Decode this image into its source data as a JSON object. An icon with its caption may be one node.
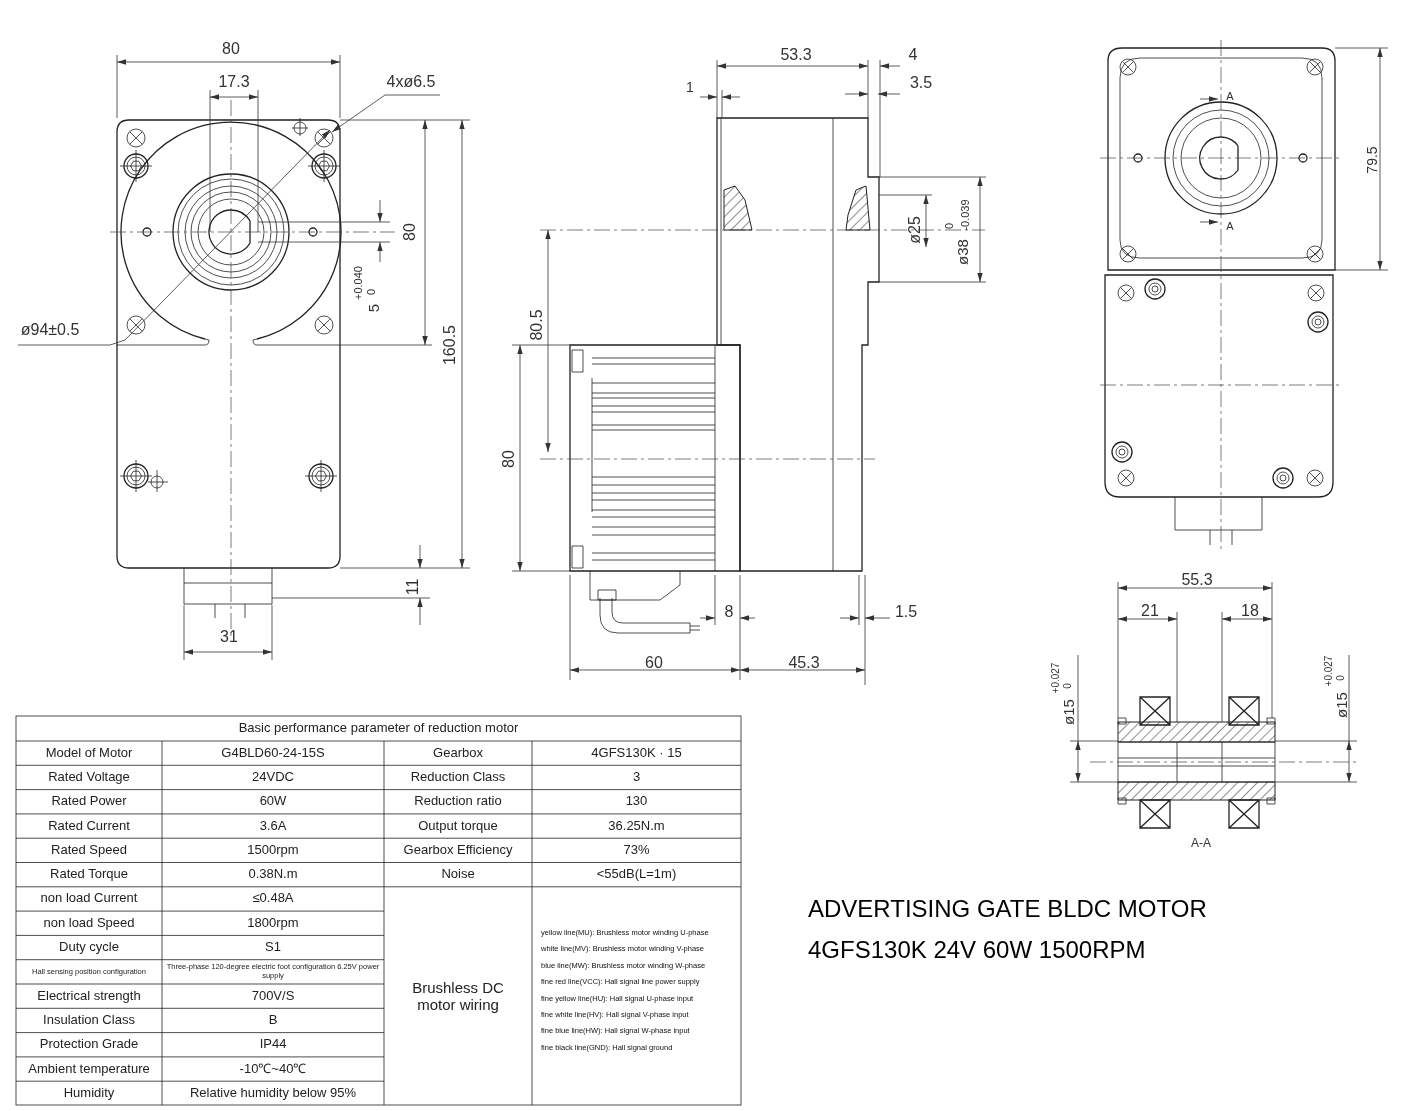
{
  "diagram": {
    "labels": [
      "80",
      "17.3",
      "4xø6.5",
      "53.3",
      "4",
      "1",
      "3.5",
      "80",
      "5",
      "+0.040",
      "0",
      "ø94±0.5",
      "160.5",
      "ø25",
      "ø38",
      "0",
      "-0.039",
      "80.5",
      "80",
      "11",
      "8",
      "1.5",
      "31",
      "60",
      "45.3",
      "A",
      "A",
      "79.5",
      "55.3",
      "21",
      "18",
      "ø15",
      "+0.027",
      "0",
      "ø15",
      "+0.027",
      "0",
      "A-A",
      "Basic performance parameter of reduction motor",
      "Model of Motor",
      "G4BLD60-24-15S",
      "Gearbox",
      "4GFS130K · 15",
      "Rated Voltage",
      "24VDC",
      "Reduction Class",
      "3",
      "Rated Power",
      "60W",
      "Reduction ratio",
      "130",
      "Rated Current",
      "3.6A",
      "Output torque",
      "36.25N.m",
      "Rated Speed",
      "1500rpm",
      "Gearbox Efficiency",
      "73%",
      "Rated Torque",
      "0.38N.m",
      "Noise",
      "<55dB(L=1m)",
      "non load Current",
      "≤0.48A",
      "Brushless DC motor wiring",
      "yellow line(MU): Brushless motor winding U-phase",
      "white line(MV): Brushless motor winding V-phase",
      "blue line(MW): Brushless motor winding W-phase",
      "fine red line(VCC): Hall signal line power supply",
      "fine yellow line(HU): Hall signal U-phase input",
      "fine white line(HV): Hall signal V-phase input",
      "fine blue line(HW): Hall signal W-phase input",
      "fine black line(GND): Hall signal ground",
      "non load Speed",
      "1800rpm",
      "Duty cycle",
      "S1",
      "Hall sensing position configuration",
      "Three-phase 120-degree electric foot configuration 6.25V power supply",
      "Electrical strength",
      "700V/S",
      "Insulation Class",
      "B",
      "Protection Grade",
      "IP44",
      "Ambient temperature",
      "-10℃~40℃",
      "Humidity",
      "Relative humidity below 95%",
      "ADVERTISING GATE BLDC MOTOR",
      "4GFS130K 24V 60W 1500RPM"
    ]
  }
}
